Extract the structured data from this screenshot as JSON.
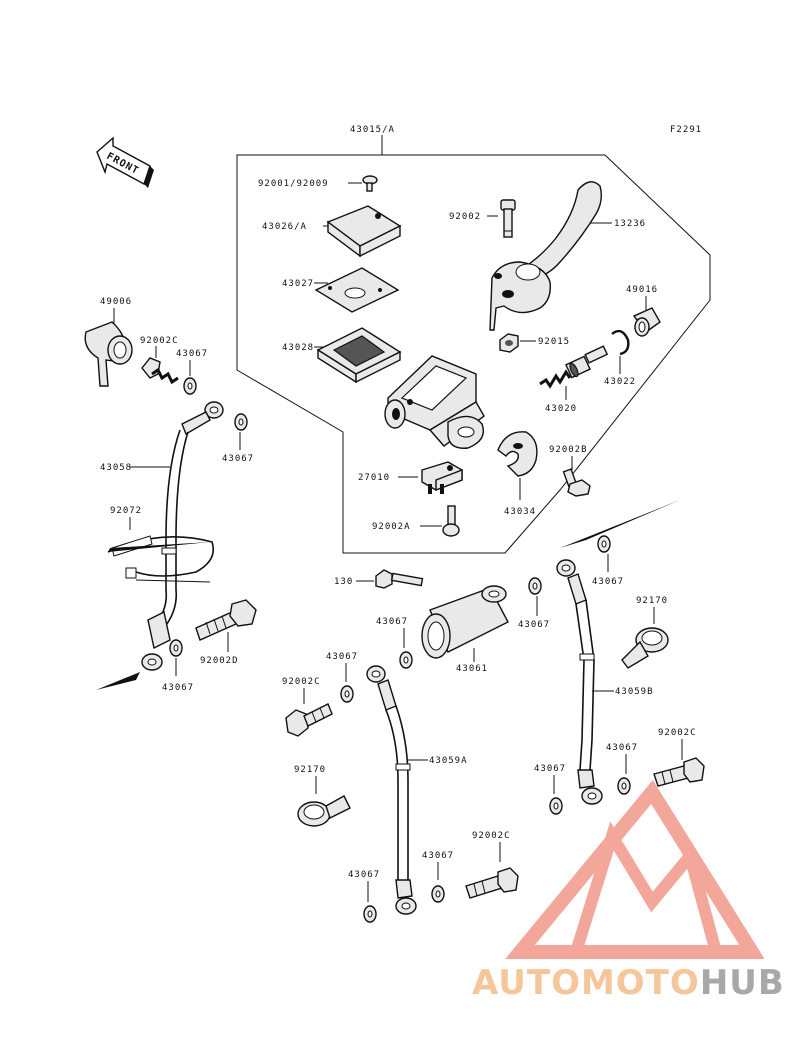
{
  "figure_code": "F2291",
  "front_label": "FRONT",
  "watermark": {
    "text_a": "AUTOMOTO",
    "text_b": "HUB",
    "color_a": "#f4b37a",
    "color_b": "#8c8c8c",
    "logo_color": "#f08a7a"
  },
  "labels": {
    "l43015A": "43015/A",
    "l92001": "92001/92009",
    "l43026A": "43026/A",
    "l43027": "43027",
    "l43028": "43028",
    "l92002": "92002",
    "l13236": "13236",
    "l49016": "49016",
    "l92015": "92015",
    "l43022": "43022",
    "l43020": "43020",
    "l92002B": "92002B",
    "l27010": "27010",
    "l43034": "43034",
    "l92002A": "92002A",
    "l49006": "49006",
    "l92002C_a": "92002C",
    "l43067_a": "43067",
    "l43067_b": "43067",
    "l43058": "43058",
    "l92072": "92072",
    "l92002D": "92002D",
    "l43067_c": "43067",
    "l130": "130",
    "l43067_d": "43067",
    "l43061": "43061",
    "l43067_e": "43067",
    "l43067_f": "43067",
    "l92170_a": "92170",
    "l43059B": "43059B",
    "l92002C_b": "92002C",
    "l43067_g": "43067",
    "l43059A": "43059A",
    "l92002C_c": "92002C",
    "l92170_b": "92170",
    "l43067_h": "43067",
    "l92002C_d": "92002C",
    "l43067_i": "43067",
    "l43067_j": "43067",
    "l43067_k": "43067"
  }
}
